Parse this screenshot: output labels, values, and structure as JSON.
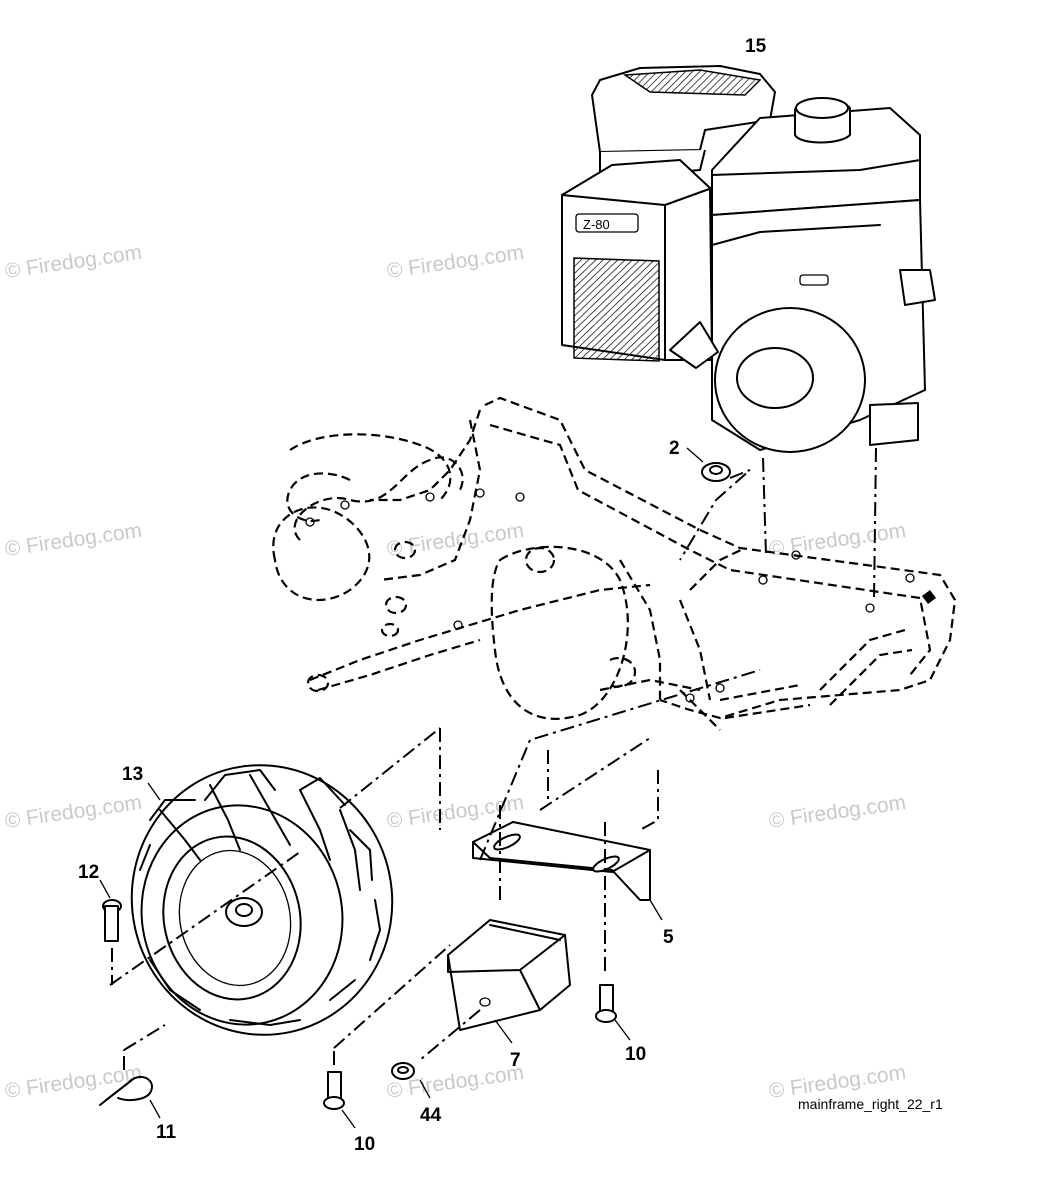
{
  "diagram": {
    "reference": "mainframe_right_22_r1",
    "watermark": "© Firedog.com",
    "parts": [
      {
        "id": "15",
        "label": "15"
      },
      {
        "id": "2",
        "label": "2"
      },
      {
        "id": "13",
        "label": "13"
      },
      {
        "id": "12",
        "label": "12"
      },
      {
        "id": "11",
        "label": "11"
      },
      {
        "id": "5",
        "label": "5"
      },
      {
        "id": "7",
        "label": "7"
      },
      {
        "id": "10a",
        "label": "10"
      },
      {
        "id": "10b",
        "label": "10"
      },
      {
        "id": "44",
        "label": "44"
      }
    ]
  }
}
